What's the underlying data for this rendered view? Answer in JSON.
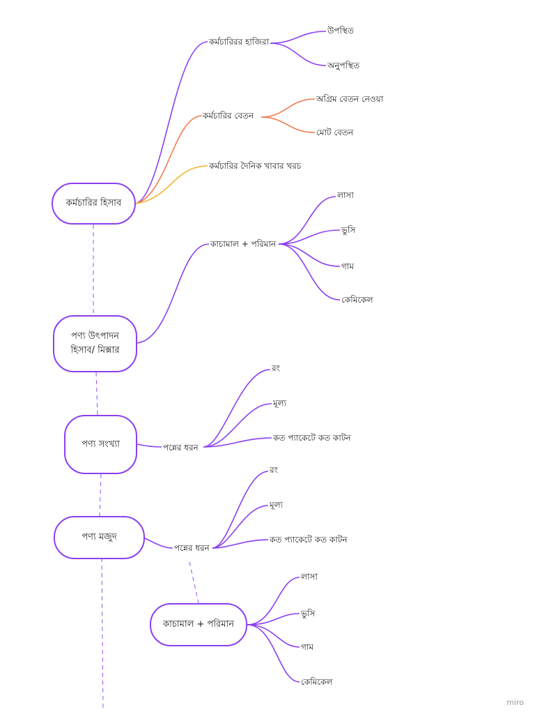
{
  "colors": {
    "purple": "#8b3ff0",
    "orange": "#f27a4f",
    "amber": "#f2b52a"
  },
  "nodes": {
    "employee_accounts": "কর্মচারির হিসাব",
    "production": "পণ্য উৎপাদন\nহিসাব/ মিক্সার",
    "product_count": "পণ্য সংখ্যা",
    "product_stock": "পণ্য মজুদ",
    "raw_material_2": "কাচামাল + পরিমান"
  },
  "labels": {
    "attendance": "কর্মচারিরর হাজিরা",
    "present": "উপস্থিত",
    "absent": "অনুপস্থিত",
    "salary": "কর্মচারির বেতন",
    "advance_salary": "অগ্রিম বেতন নেওয়া",
    "total_salary": "মোট বেতন",
    "daily_food": "কর্মচারির দৈনিক খাবার খরচ",
    "raw_material_1": "কাচামাল + পরিমান",
    "rm1_lasa": "লাসা",
    "rm1_bhusi": "ভুসি",
    "rm1_gam": "গাম",
    "rm1_chemical": "কেমিকেল",
    "count_type": "পন্নের ধরন",
    "count_color": "রং",
    "count_price": "মূল্য",
    "count_packets": "কত প্যাকেটে কত কাটন",
    "stock_type": "পন্নের ধরন",
    "stock_color": "রং",
    "stock_price": "মূল্য",
    "stock_packets": "কত প্যাকেটে কত কাটন",
    "rm2_lasa": "লাসা",
    "rm2_bhusi": "ভুসি",
    "rm2_gam": "গাম",
    "rm2_chemical": "কেমিকেল"
  },
  "watermark": "miro"
}
